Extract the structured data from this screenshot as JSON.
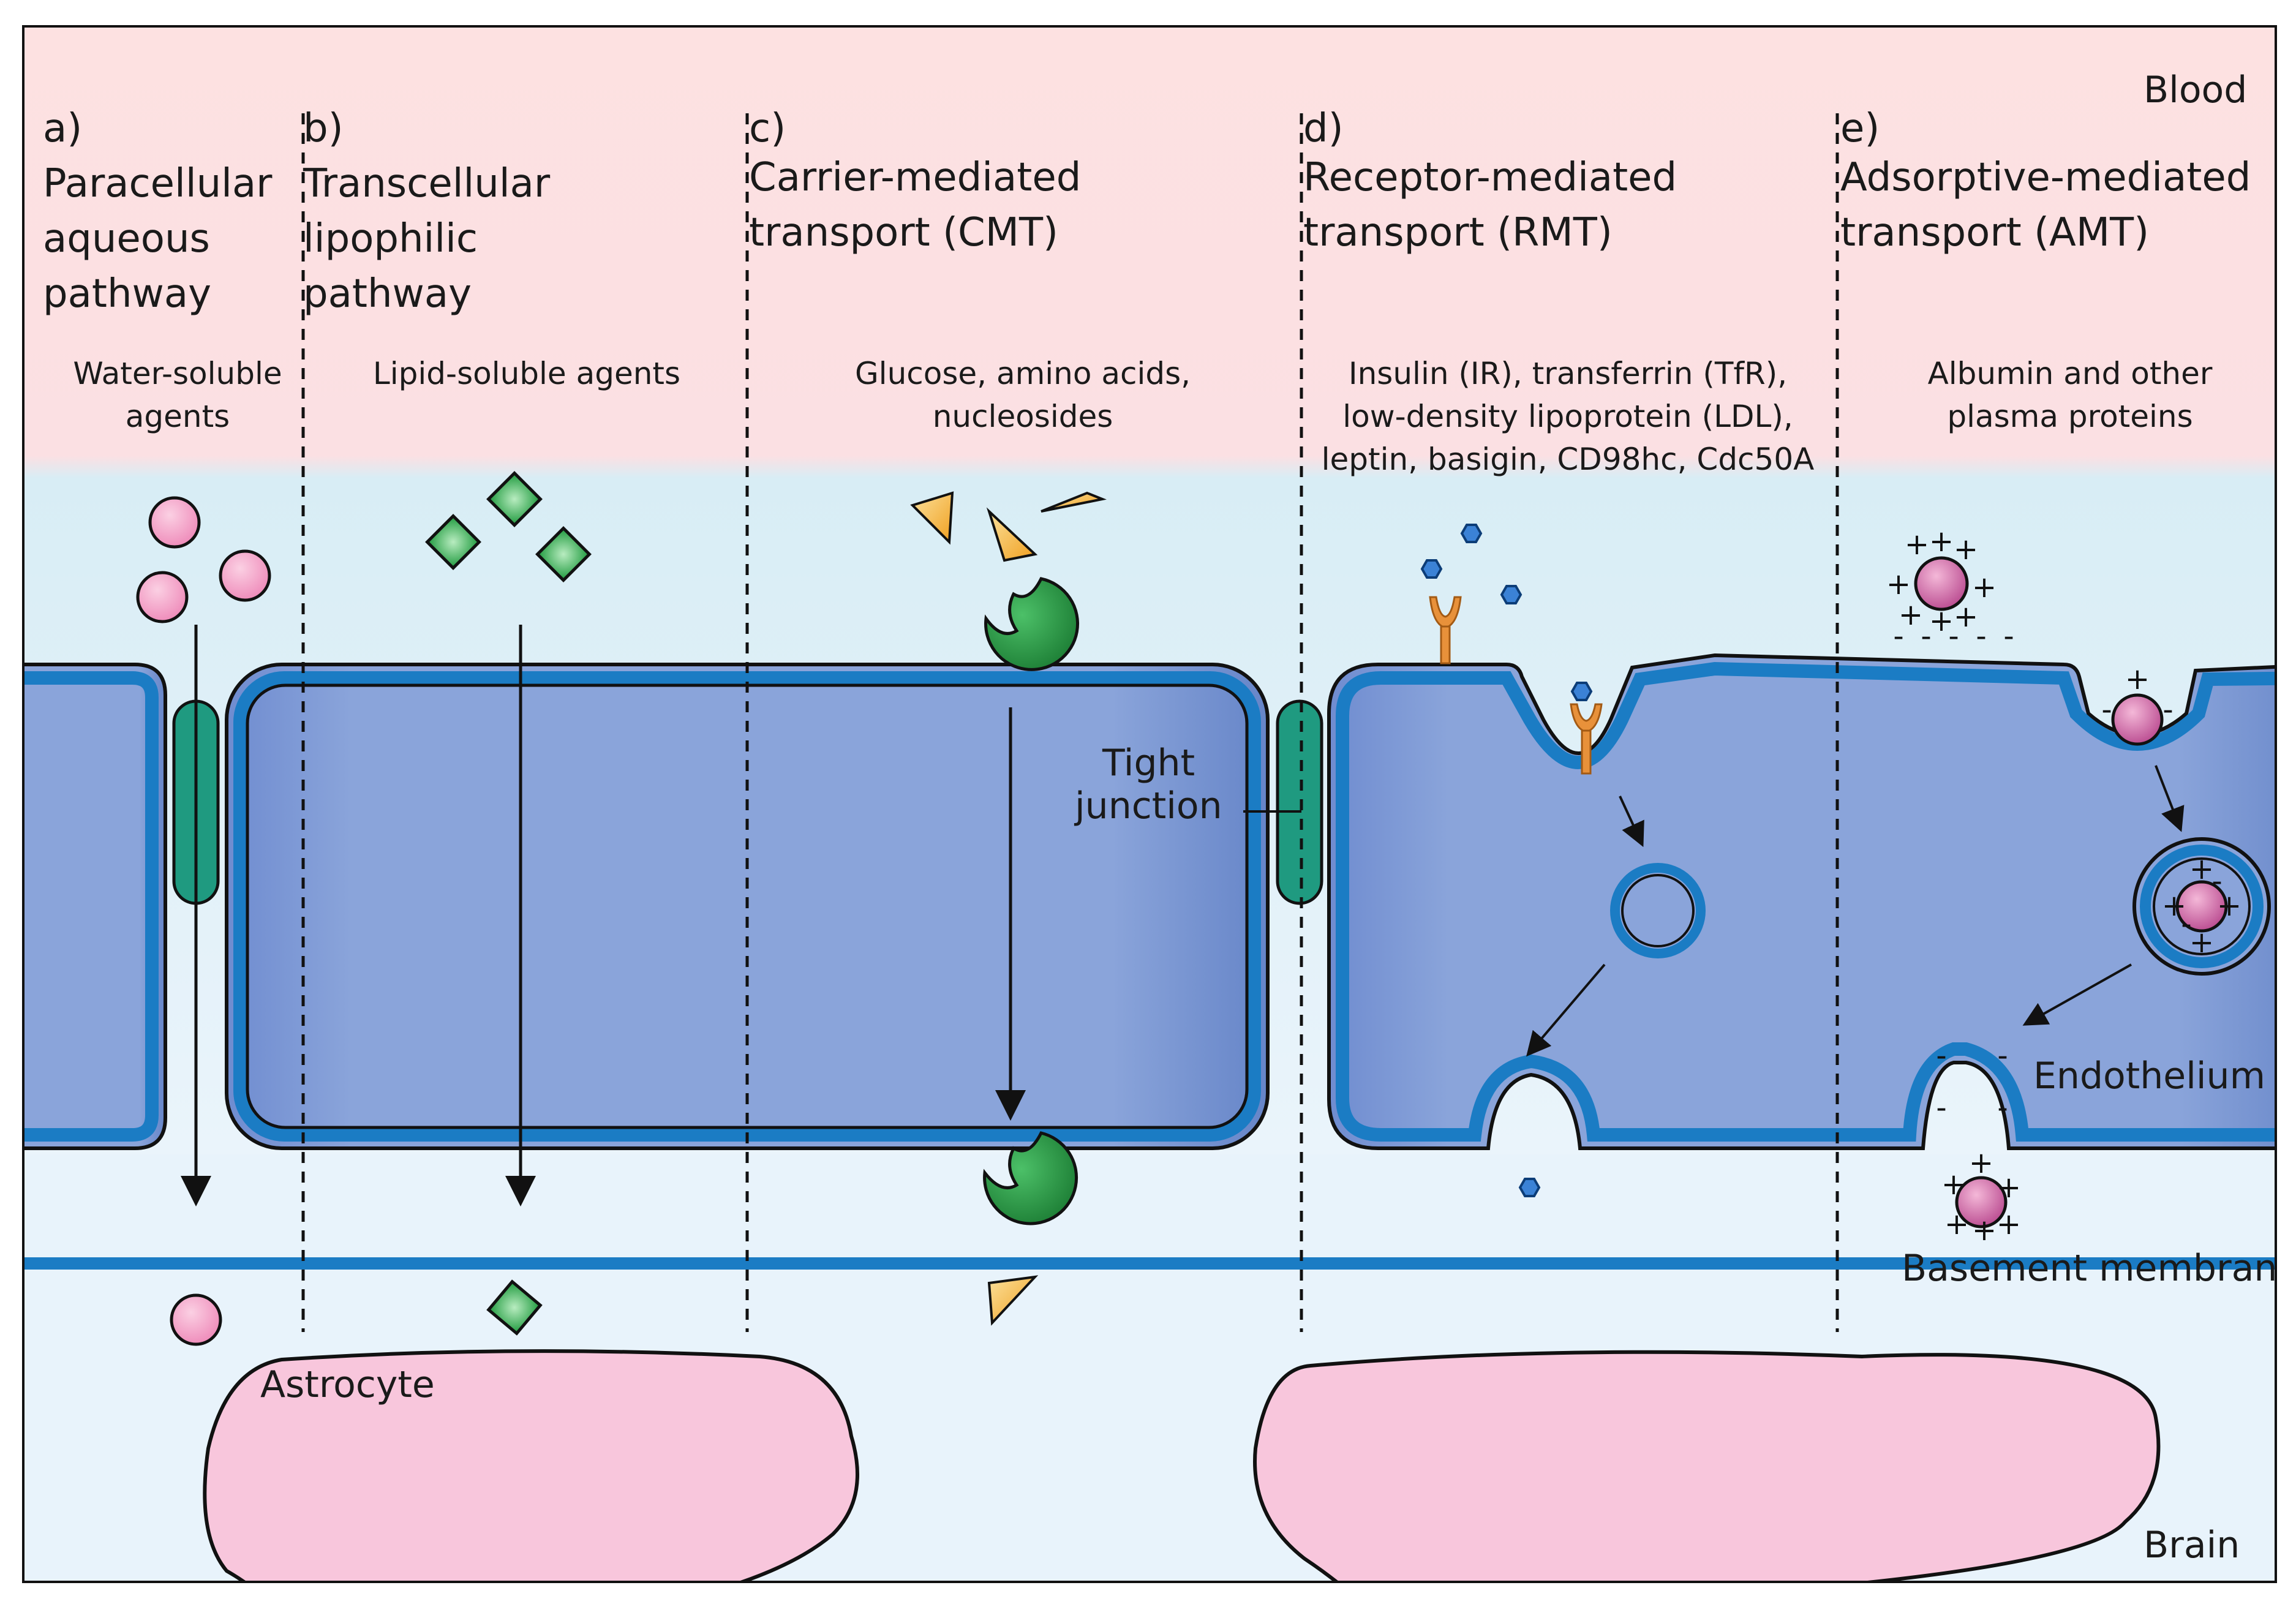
{
  "zones": {
    "blood": "Blood",
    "brain": "Brain",
    "endothelium": "Endothelium",
    "basement_membrane": "Basement membrane",
    "astrocyte": "Astrocyte",
    "tight_junction": [
      "Tight",
      "junction"
    ]
  },
  "pathways": [
    {
      "letter": "a)",
      "title": [
        "Paracellular",
        "aqueous",
        "pathway"
      ],
      "agents": [
        "Water-soluble",
        "agents"
      ]
    },
    {
      "letter": "b)",
      "title": [
        "Transcellular",
        "lipophilic",
        "pathway"
      ],
      "agents": [
        "Lipid-soluble agents"
      ]
    },
    {
      "letter": "c)",
      "title": [
        "Carrier-mediated",
        "transport (CMT)"
      ],
      "agents": [
        "Glucose, amino acids,",
        "nucleosides"
      ]
    },
    {
      "letter": "d)",
      "title": [
        "Receptor-mediated",
        "transport (RMT)"
      ],
      "agents": [
        "Insulin (IR), transferrin (TfR),",
        "low-density lipoprotein (LDL),",
        "leptin, basigin, CD98hc, Cdc50A"
      ]
    },
    {
      "letter": "e)",
      "title": [
        "Adsorptive-mediated",
        "transport (AMT)"
      ],
      "agents": [
        "Albumin and other",
        "plasma proteins"
      ]
    }
  ],
  "colors": {
    "blood": "#fde3e3",
    "endothelium": "#8aa3d8",
    "membrane": "#1b7cc4",
    "tight_junction": "#1f9a80",
    "carrier": "#1e8c3a",
    "water_agent": "#f49ac1",
    "lipid_agent": "#2db34a",
    "carrier_agent": "#f5b030",
    "receptor": "#e8913a",
    "astrocyte": "#f8c6dc",
    "brain": "#e6f1fa"
  }
}
